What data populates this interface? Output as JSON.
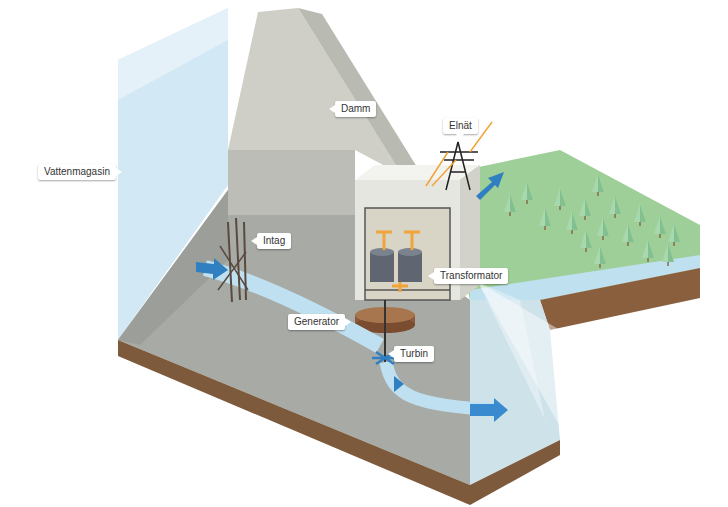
{
  "diagram": {
    "nodes": [
      {
        "text": [
          "Vattenmagasin"
        ]
      },
      {
        "text": [
          "Damm"
        ]
      },
      {
        "text": [
          "Elnät"
        ]
      },
      {
        "text": [
          "Intag"
        ]
      },
      {
        "text": [
          "Transformator"
        ]
      },
      {
        "text": [
          "Generator"
        ]
      },
      {
        "text": [
          "Turbin"
        ]
      }
    ]
  }
}
